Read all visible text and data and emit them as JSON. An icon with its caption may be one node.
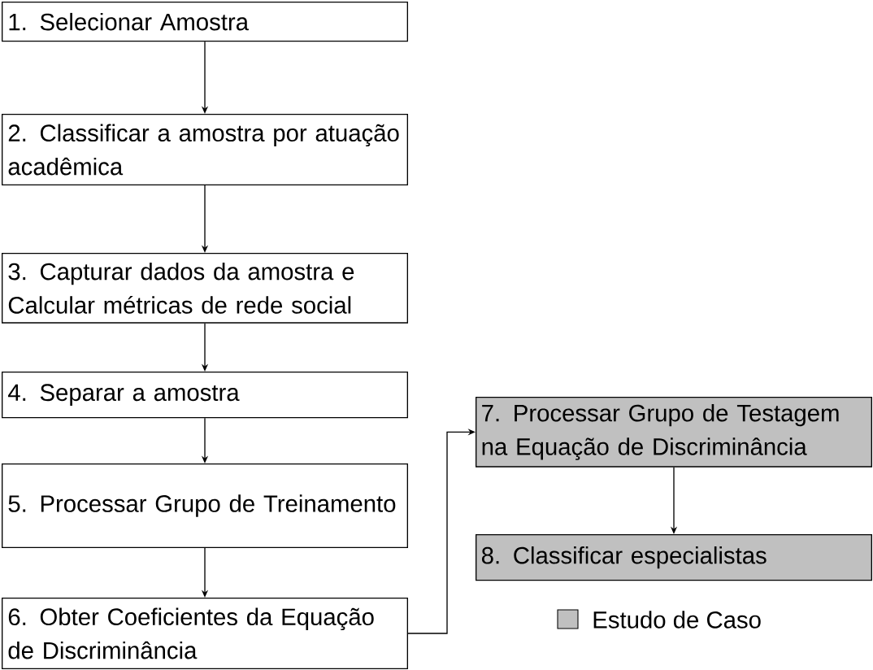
{
  "diagram": {
    "nodes": [
      {
        "text": [
          "1. Selecionar Amostra"
        ]
      },
      {
        "text": [
          "2. Classificar a amostra por atuação acadêmica"
        ]
      },
      {
        "text": [
          "3. Capturar dados da amostra e Calcular métricas de rede social"
        ]
      },
      {
        "text": [
          "4. Separar a amostra"
        ]
      },
      {
        "text": [
          "5. Processar Grupo de Treinamento"
        ]
      },
      {
        "text": [
          "6. Obter Coeficientes da Equação de Discriminância"
        ]
      },
      {
        "text": [
          "7. Processar Grupo de Testagem na Equação de Discriminância"
        ]
      },
      {
        "text": [
          "8. Classificar especialistas"
        ]
      }
    ],
    "edges": [
      {
        "from": 0,
        "to": 1,
        "arrow": "to"
      },
      {
        "from": 1,
        "to": 2,
        "arrow": "to"
      },
      {
        "from": 2,
        "to": 3,
        "arrow": "to"
      },
      {
        "from": 3,
        "to": 4,
        "arrow": "to"
      },
      {
        "from": 4,
        "to": 5,
        "arrow": "to"
      },
      {
        "from": 5,
        "to": 6,
        "arrow": "to"
      },
      {
        "from": 6,
        "to": 7,
        "arrow": "to"
      }
    ],
    "legend": [
      {
        "text": "Estudo de Caso",
        "color": "#c0c0c0"
      }
    ]
  }
}
